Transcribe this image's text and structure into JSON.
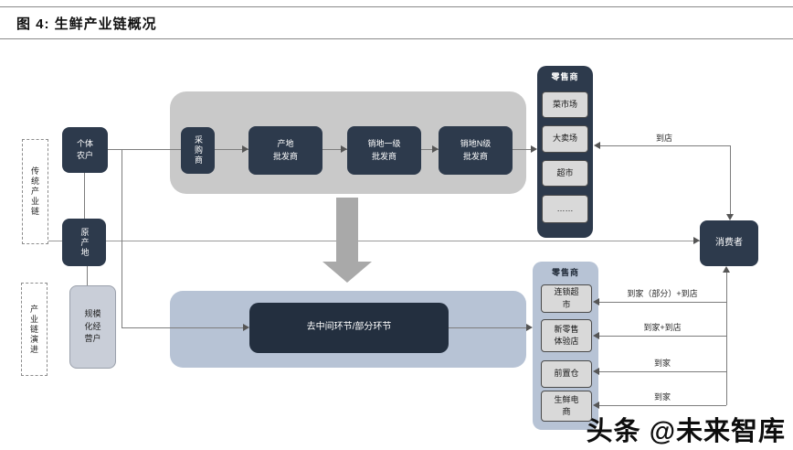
{
  "title": "图 4: 生鲜产业链概况",
  "watermark": "头条 @未来智库",
  "side_labels": {
    "traditional": "传统产业链",
    "evolution": "产业链演进"
  },
  "upstream": {
    "farmer": "个体农户",
    "origin": "原产地",
    "scaled_operator": "规模化经营户"
  },
  "traditional_chain": {
    "purchaser": "采购商",
    "origin_wholesaler": "产地\n批发商",
    "tier1_wholesaler": "销地一级\n批发商",
    "tierN_wholesaler": "销地N级\n批发商"
  },
  "traditional_retail": {
    "header": "零售商",
    "items": [
      "菜市场",
      "大卖场",
      "超市",
      "……"
    ]
  },
  "evolution_chain": {
    "shortcut": "去中间环节/部分环节"
  },
  "new_retail": {
    "header": "零售商",
    "items": [
      "连锁超市",
      "新零售体验店",
      "前置仓",
      "生鲜电商"
    ],
    "modes": [
      "到家（部分）+到店",
      "到家+到店",
      "到家",
      "到家"
    ]
  },
  "consumer": "消费者",
  "edge_labels": {
    "to_store": "到店"
  },
  "colors": {
    "navy": "#2d3a4c",
    "dark_navy": "#232f3f",
    "gray_container": "#c9c9c9",
    "blue_container": "#b7c3d5",
    "light_box": "#d9d9d9"
  }
}
